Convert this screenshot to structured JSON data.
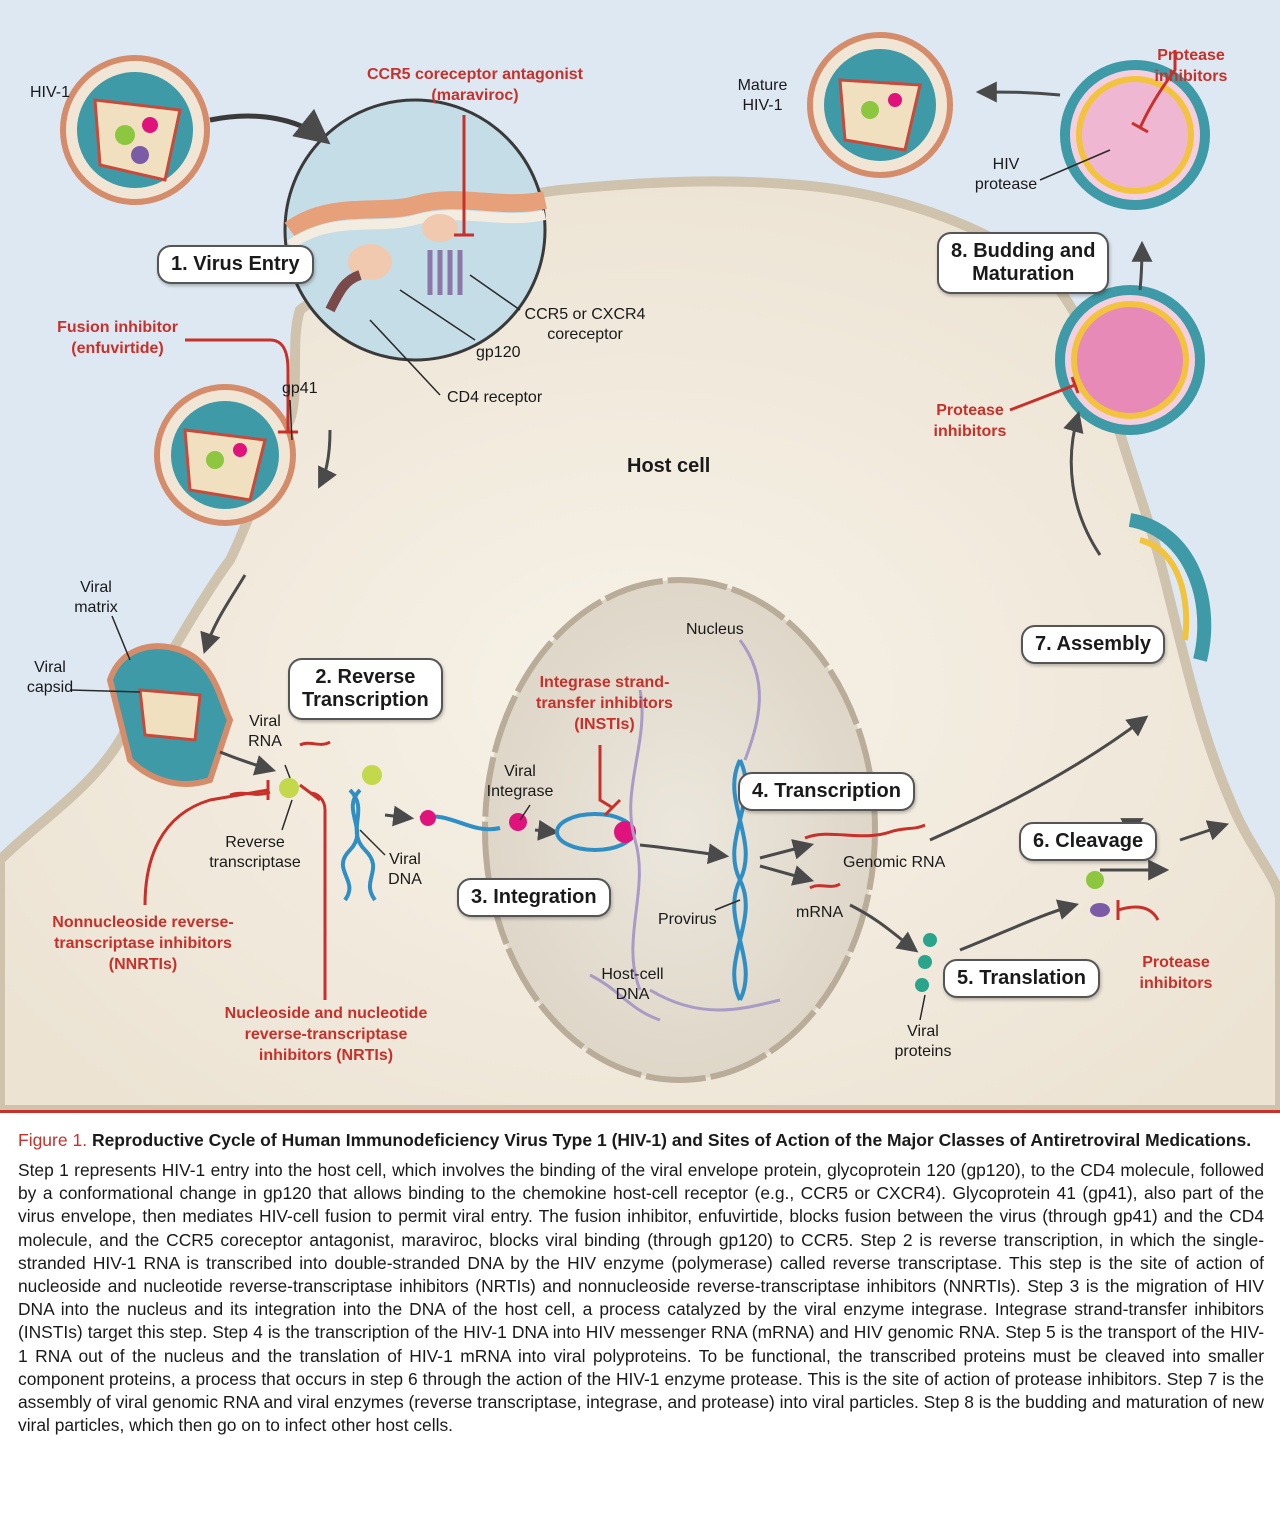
{
  "diagram": {
    "host_cell": "Host cell",
    "nucleus": "Nucleus",
    "steps": {
      "virus_entry": "1. Virus Entry",
      "reverse_transcription_line1": "2. Reverse",
      "reverse_transcription_line2": "Transcription",
      "integration": "3. Integration",
      "transcription": "4. Transcription",
      "translation": "5. Translation",
      "cleavage": "6. Cleavage",
      "assembly": "7. Assembly",
      "budding_line1": "8. Budding and",
      "budding_line2": "Maturation"
    },
    "inhibitors": {
      "ccr5_line1": "CCR5 coreceptor antagonist",
      "ccr5_line2": "(maraviroc)",
      "fusion_line1": "Fusion inhibitor",
      "fusion_line2": "(enfuvirtide)",
      "nnrti_line1": "Nonnucleoside reverse-",
      "nnrti_line2": "transcriptase inhibitors",
      "nnrti_line3": "(NNRTIs)",
      "nrti_line1": "Nucleoside and nucleotide",
      "nrti_line2": "reverse-transcriptase",
      "nrti_line3": "inhibitors (NRTIs)",
      "insti_line1": "Integrase strand-",
      "insti_line2": "transfer inhibitors",
      "insti_line3": "(INSTIs)",
      "protease_line1": "Protease",
      "protease_line2": "inhibitors"
    },
    "labels": {
      "hiv1": "HIV-1",
      "gp41": "gp41",
      "gp120": "gp120",
      "cd4_receptor": "CD4 receptor",
      "ccr5_line1": "CCR5 or CXCR4",
      "ccr5_line2": "coreceptor",
      "viral_matrix_line1": "Viral",
      "viral_matrix_line2": "matrix",
      "viral_capsid_line1": "Viral",
      "viral_capsid_line2": "capsid",
      "viral_rna_line1": "Viral",
      "viral_rna_line2": "RNA",
      "reverse_transcriptase_line1": "Reverse",
      "reverse_transcriptase_line2": "transcriptase",
      "viral_dna_line1": "Viral",
      "viral_dna_line2": "DNA",
      "viral_integrase_line1": "Viral",
      "viral_integrase_line2": "Integrase",
      "provirus": "Provirus",
      "host_cell_dna_line1": "Host-cell",
      "host_cell_dna_line2": "DNA",
      "genomic_rna": "Genomic RNA",
      "mrna": "mRNA",
      "viral_proteins_line1": "Viral",
      "viral_proteins_line2": "proteins",
      "mature_hiv_line1": "Mature",
      "mature_hiv_line2": "HIV-1",
      "hiv_protease_line1": "HIV",
      "hiv_protease_line2": "protease"
    }
  },
  "caption": {
    "figure_number": "Figure 1.",
    "title": "Reproductive Cycle of Human Immunodeficiency Virus Type 1 (HIV-1) and Sites of Action of the Major Classes of Antiretroviral Medications.",
    "body": "Step 1 represents HIV-1 entry into the host cell, which involves the binding of the viral envelope protein, glycoprotein 120 (gp120), to the CD4 molecule, followed by a conformational change in gp120 that allows binding to the chemokine host-cell receptor (e.g., CCR5 or CXCR4). Glycoprotein 41 (gp41), also part of the virus envelope, then mediates HIV-cell fusion to permit viral entry. The fusion inhibitor, enfuvirtide, blocks fusion between the virus (through gp41) and the CD4 molecule, and the CCR5 coreceptor antagonist, maraviroc, blocks viral binding (through gp120) to CCR5. Step 2 is reverse transcription, in which the single-stranded HIV-1 RNA is transcribed into double-stranded DNA by the HIV enzyme (polymerase) called reverse transcriptase. This step is the site of action of nucleoside and nucleotide reverse-transcriptase inhibitors (NRTIs) and nonnucleoside reverse-transcriptase inhibitors (NNRTIs). Step 3 is the migration of HIV DNA into the nucleus and its integration into the DNA of the host cell, a process catalyzed by the viral enzyme integrase. Integrase strand-transfer inhibitors (INSTIs) target this step. Step 4 is the transcription of the HIV-1 DNA into HIV messenger RNA (mRNA) and HIV genomic RNA. Step 5 is the transport of the HIV-1 RNA out of the nucleus and the translation of HIV-1 mRNA into viral polyproteins. To be functional, the transcribed proteins must be cleaved into smaller component proteins, a process that occurs in step 6 through the action of the HIV-1 enzyme protease. This is the site of action of protease inhibitors. Step 7 is the assembly of viral genomic RNA and viral enzymes (reverse transcriptase, integrase, and protease) into viral particles. Step 8 is the budding and maturation of new viral particles, which then go on to infect other host cells."
  },
  "colors": {
    "inhibitor_red": "#c8302a",
    "background_blue": "#dde8f2",
    "host_cell_cream": "#f2ece1",
    "nucleus": "#e7e1d6",
    "virus_teal": "#3e9aa6",
    "dna_blue": "#2f8fc4"
  }
}
